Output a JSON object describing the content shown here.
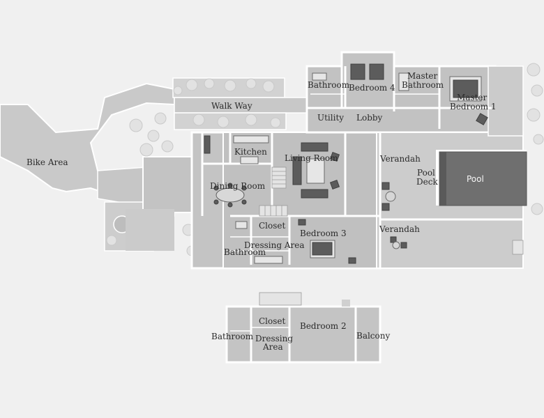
{
  "labels": {
    "bike_area": "Bike Area",
    "walk_way": "Walk Way",
    "kitchen": "Kitchen",
    "dining_room": "Dining Room",
    "living_room": "Living Room",
    "verandah_top": "Verandah",
    "verandah_bottom": "Verandah",
    "pool_deck_line1": "Pool",
    "pool_deck_line2": "Deck",
    "pool": "Pool",
    "bathroom_upper": "Bathroom",
    "bedroom_4": "Bedroom 4",
    "master_bathroom_line1": "Master",
    "master_bathroom_line2": "Bathroom",
    "master_bedroom_line1": "Master",
    "master_bedroom_line2": "Bedroom 1",
    "utility": "Utility",
    "lobby": "Lobby",
    "closet_main": "Closet",
    "dressing_area_main": "Dressing Area",
    "bedroom_3": "Bedroom 3",
    "bathroom_main": "Bathroom",
    "closet_lower": "Closet",
    "dressing_lower_line1": "Dressing",
    "dressing_lower_line2": "Area",
    "bedroom_2": "Bedroom 2",
    "bathroom_lower": "Bathroom",
    "balcony": "Balcony"
  },
  "colors": {
    "background": "#f0f0f0",
    "floor": "#c4c4c4",
    "floor_dark": "#b3b3b3",
    "path": "#c9c9c9",
    "pool": "#6f6f6f",
    "wall": "#ffffff"
  }
}
